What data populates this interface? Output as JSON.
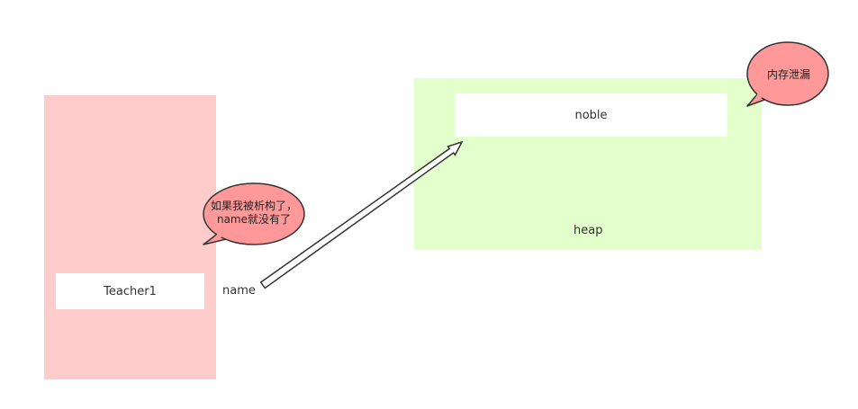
{
  "diagram": {
    "stack": {
      "object_label": "Teacher1",
      "pointer_label": "name"
    },
    "heap": {
      "label": "heap",
      "object_label": "noble"
    },
    "callouts": {
      "destructor_note": "如果我被析构了，name就没有了",
      "leak_note": "内存泄漏"
    },
    "colors": {
      "stack_fill": "#ffcccc",
      "heap_fill": "#e2ffcc",
      "callout_fill": "#ff9999",
      "outline": "#333333"
    }
  }
}
